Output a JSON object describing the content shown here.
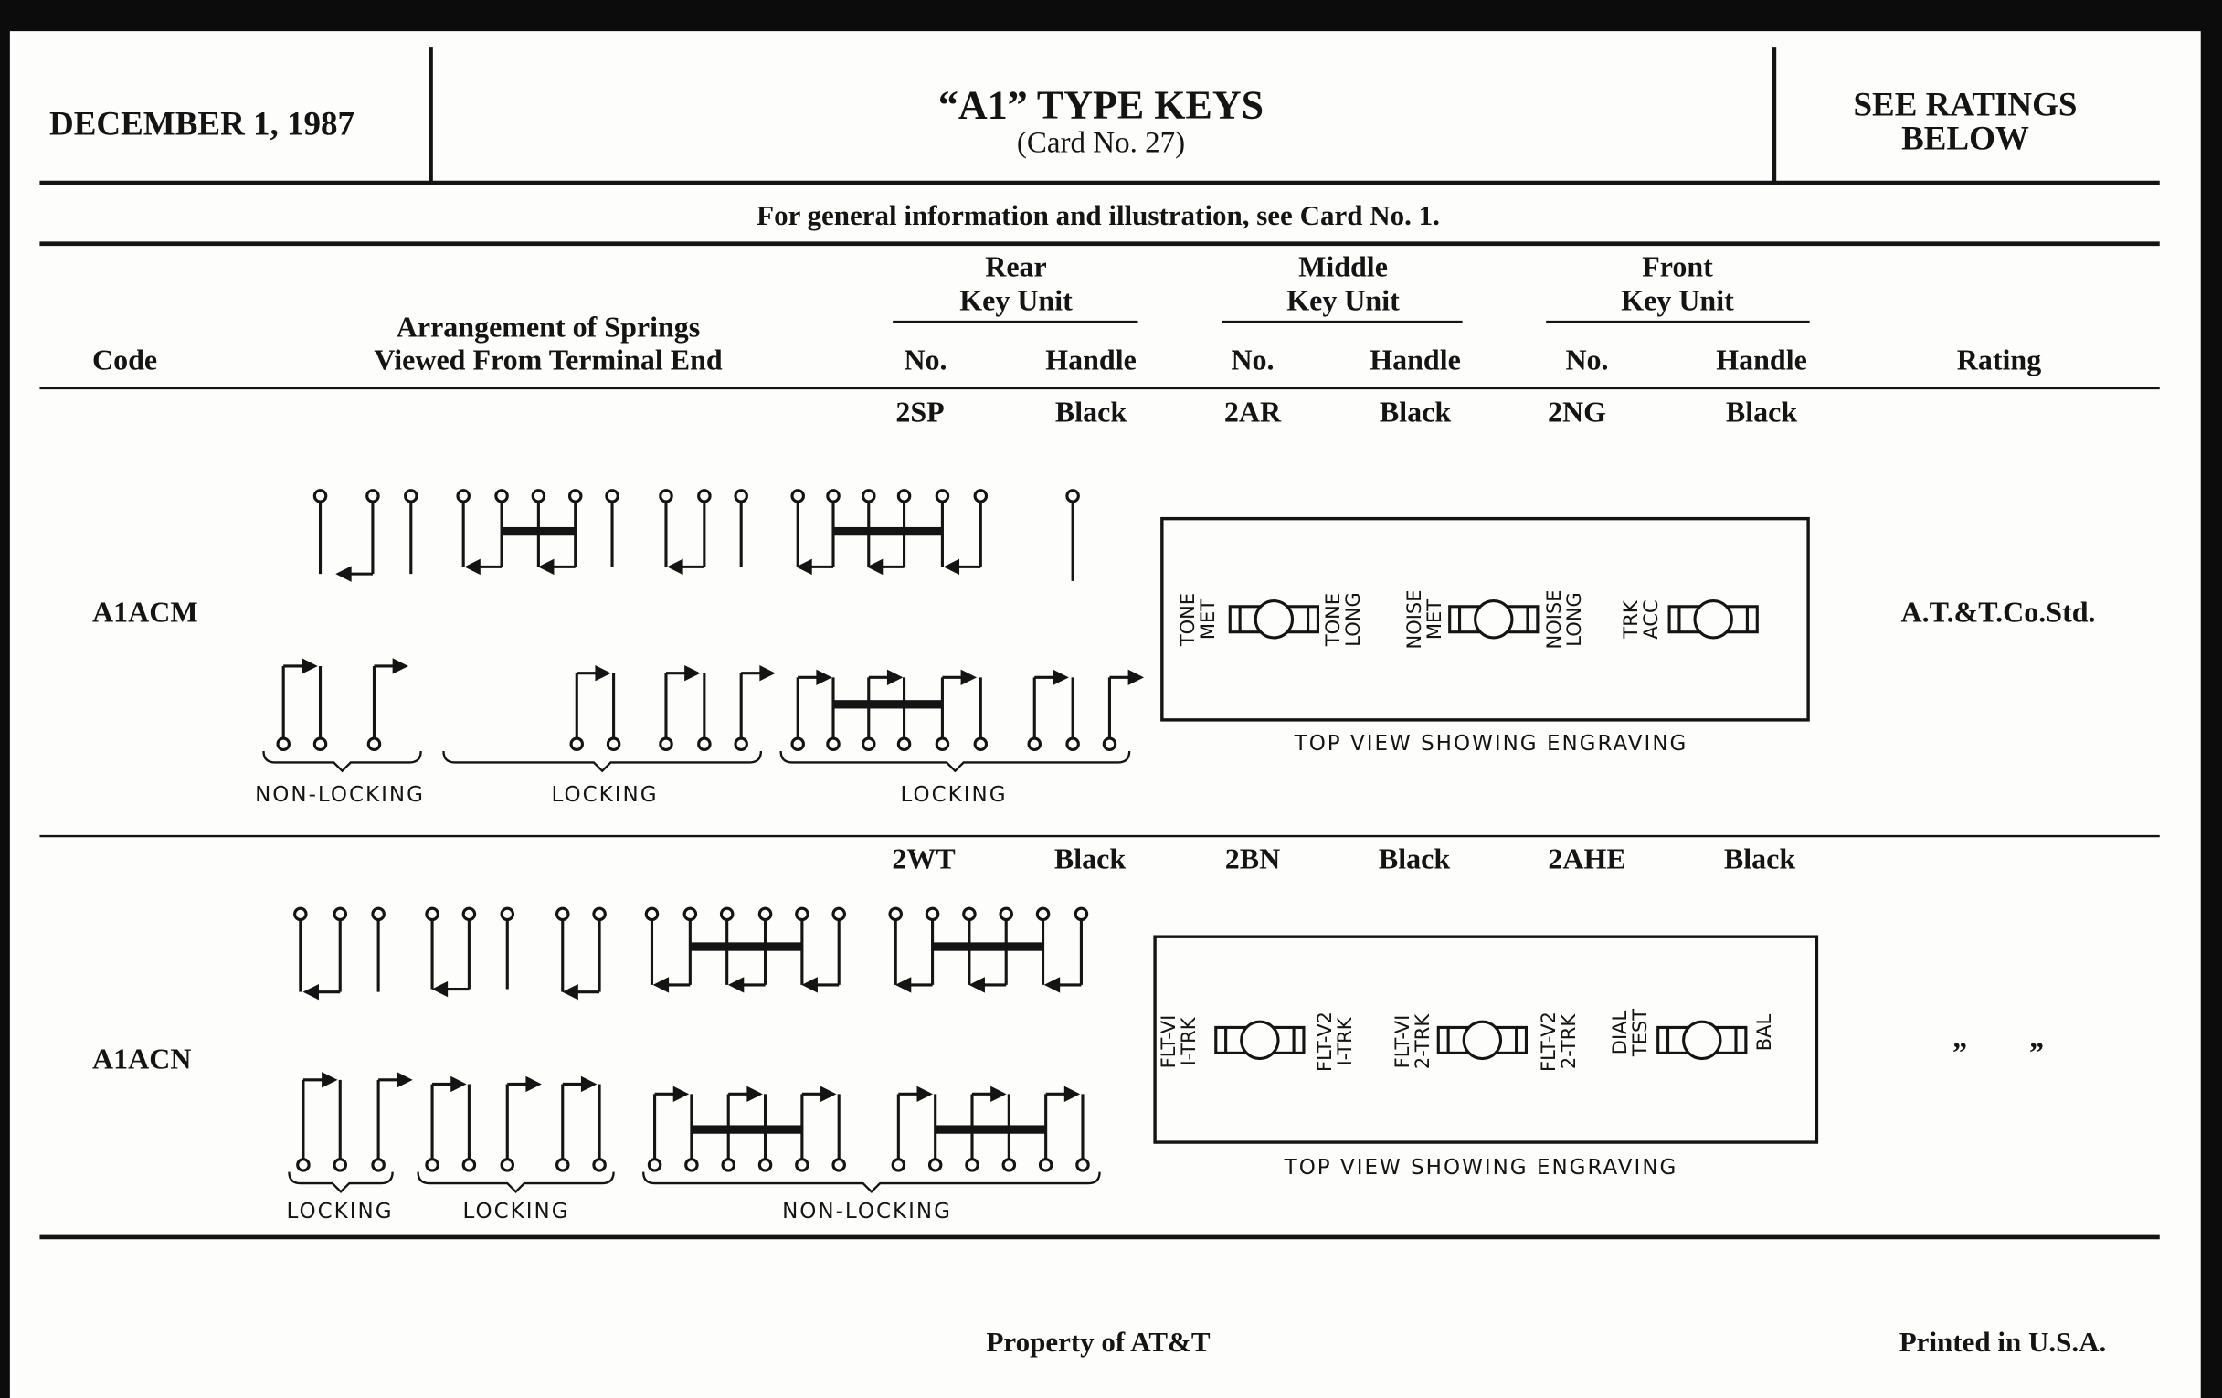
{
  "header": {
    "date": "DECEMBER 1, 1987",
    "title": "“A1” TYPE KEYS",
    "subtitle": "(Card No. 27)",
    "ratings_line1": "SEE RATINGS",
    "ratings_line2": "BELOW"
  },
  "general_note": "For general information and illustration, see Card No. 1.",
  "columns": {
    "code": "Code",
    "arrangement_line1": "Arrangement of Springs",
    "arrangement_line2": "Viewed From Terminal End",
    "rear_line1": "Rear",
    "rear_line2": "Key Unit",
    "middle_line1": "Middle",
    "middle_line2": "Key Unit",
    "front_line1": "Front",
    "front_line2": "Key Unit",
    "no": "No.",
    "handle": "Handle",
    "rating": "Rating"
  },
  "rows": [
    {
      "code": "A1ACM",
      "rear_no": "2SP",
      "rear_handle": "Black",
      "middle_no": "2AR",
      "middle_handle": "Black",
      "front_no": "2NG",
      "front_handle": "Black",
      "rating": "A.T.&T.Co.Std.",
      "spring_labels": [
        "NON-LOCKING",
        "LOCKING",
        "LOCKING"
      ],
      "engraving": [
        [
          "TONE",
          "MET"
        ],
        [
          "TONE",
          "LONG"
        ],
        [
          "NOISE",
          "MET"
        ],
        [
          "NOISE",
          "LONG"
        ],
        [
          "TRK",
          "ACC"
        ]
      ],
      "engraving_caption": "TOP VIEW SHOWING ENGRAVING"
    },
    {
      "code": "A1ACN",
      "rear_no": "2WT",
      "rear_handle": "Black",
      "middle_no": "2BN",
      "middle_handle": "Black",
      "front_no": "2AHE",
      "front_handle": "Black",
      "rating_marks": [
        "”",
        "”"
      ],
      "spring_labels": [
        "LOCKING",
        "LOCKING",
        "NON-LOCKING"
      ],
      "engraving": [
        [
          "FLT-VI",
          "I-TRK"
        ],
        [
          "FLT-V2",
          "I-TRK"
        ],
        [
          "FLT-VI",
          "2-TRK"
        ],
        [
          "FLT-V2",
          "2-TRK"
        ],
        [
          "DIAL",
          "TEST"
        ],
        [
          "BAL"
        ]
      ],
      "engraving_caption": "TOP VIEW SHOWING ENGRAVING"
    }
  ],
  "footer": {
    "property": "Property of AT&T",
    "printed": "Printed in U.S.A."
  }
}
